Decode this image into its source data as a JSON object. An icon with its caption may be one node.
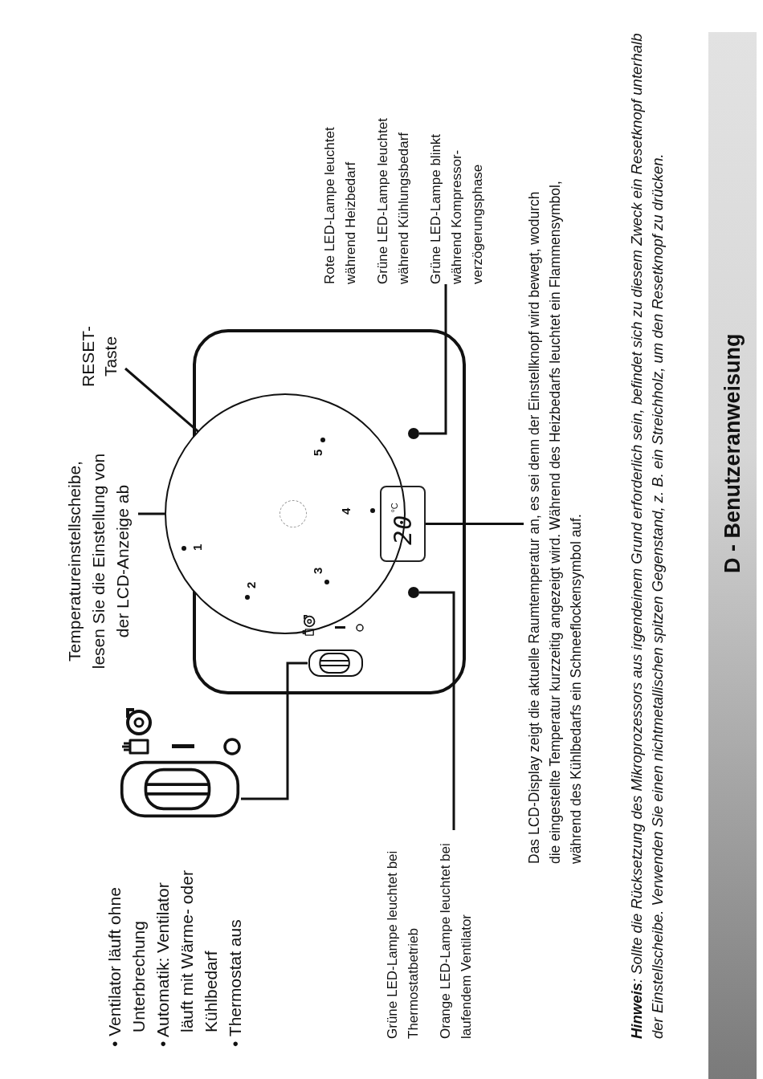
{
  "diagram": {
    "title": "D - Benutzeranweisung",
    "nodes": [
      {
        "text": [],
        "shape": "picture"
      },
      {
        "text": [],
        "shape": "box"
      },
      {
        "text": [],
        "shape": "picture",
        "in": 1
      },
      {
        "text": [],
        "shape": "circle",
        "in": 1
      },
      {
        "text": [],
        "shape": "circle",
        "in": 3
      },
      {
        "text": [
          "20",
          "°C"
        ],
        "in": 1
      },
      {
        "text": [],
        "shape": "circle",
        "in": 1
      },
      {
        "text": [],
        "shape": "circle",
        "in": 1
      },
      {
        "text": [
          "Temperatureinstellscheibe, lesen Sie die Einstellung von der LCD-Anzeige ab"
        ]
      },
      {
        "text": [
          "RESET- Taste"
        ]
      },
      {
        "text": [
          "Grüne LED-Lampe leuchtet bei Thermostatbetrieb",
          "Orange LED-Lampe leuchtet bei laufendem Ventilator"
        ]
      },
      {
        "text": [
          "Rote LED-Lampe leuchtet während Heizbedarf",
          "Grüne LED-Lampe leuchtet während Kühlungsbedarf",
          "Grüne LED-Lampe blinkt während Kompressor- verzögerungsphase"
        ]
      },
      {
        "text": [
          "Das LCD-Display zeigt die aktuelle Raumtemperatur an, es sei denn der Einstellknopf wird bewegt, wodurch die eingestellte Temperatur kurzzeitig angezeigt wird. Während des Heizbedarfs leuchtet ein Flammensymbol, während des Kühlbedarfs ein Schneeflockensymbol auf."
        ]
      }
    ],
    "edges": [
      {
        "from": 0,
        "to": 2,
        "arrow": "none"
      },
      {
        "from": 8,
        "to": 3,
        "arrow": "none"
      },
      {
        "from": 9,
        "to": 4,
        "arrow": "none"
      },
      {
        "from": 10,
        "to": 7,
        "arrow": "none"
      },
      {
        "from": 11,
        "to": 6,
        "arrow": "none"
      },
      {
        "from": 12,
        "to": 5,
        "arrow": "none"
      }
    ],
    "labels": [
      "• Ventilator läuft ohne Unterbrechung",
      "• Automatik: Ventilator läuft mit Wärme- oder Kühlbedarf",
      "• Thermostat aus",
      "1",
      "2",
      "3",
      "4",
      "5",
      "**Hinweis**: Sollte die Rücksetzung des Mikroprozessors aus irgendeinem Grund erforderlich sein, befindet sich zu diesem Zweck ein Resetknopf unterhalb der Einstellscheibe. Verwenden Sie einen nichtmetallischen spitzen Gegenstand, z. B. ein Streichholz, um den Resetknopf zu drücken."
    ]
  }
}
